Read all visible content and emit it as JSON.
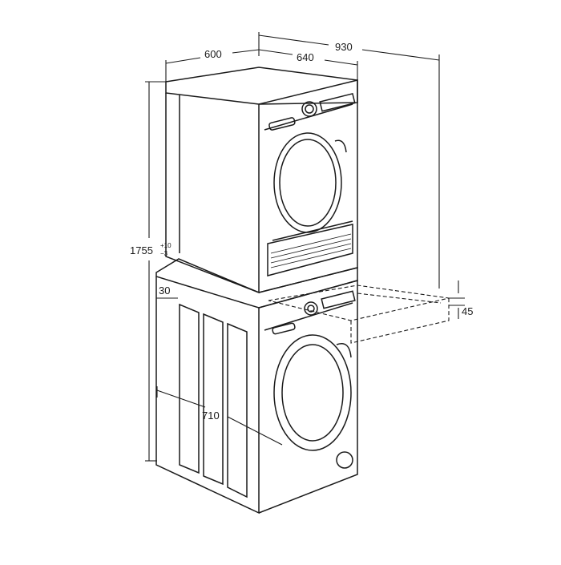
{
  "dimensions": {
    "depth_body": "600",
    "depth_with_door": "640",
    "depth_total_door_open": "930",
    "height_total": "1755",
    "height_tolerance_upper": "+10",
    "height_tolerance_lower": "−3",
    "wall_gap": "30",
    "shelf_offset": "45",
    "lower_depth": "710"
  },
  "colors": {
    "line": "#1a1a1a",
    "background": "#ffffff"
  },
  "icons": {
    "dryer": "dryer-drum-icon",
    "washer": "washer-drum-icon"
  }
}
